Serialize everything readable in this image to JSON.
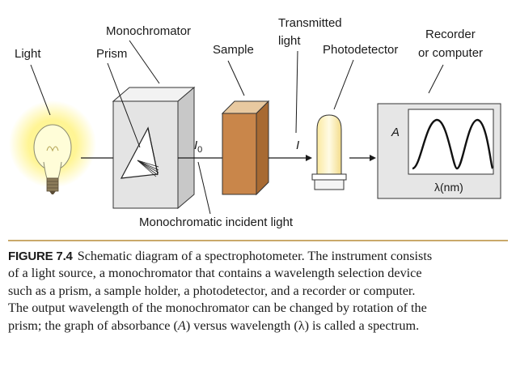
{
  "labels": {
    "light": "Light",
    "monochromator": "Monochromator",
    "prism": "Prism",
    "sample": "Sample",
    "transmitted_light_1": "Transmitted",
    "transmitted_light_2": "light",
    "photodetector": "Photodetector",
    "recorder_1": "Recorder",
    "recorder_2": "or computer",
    "i0": "I",
    "i0_sub": "0",
    "i": "I",
    "monochromatic_incident_light": "Monochromatic incident light",
    "graph_y_axis": "A",
    "graph_x_axis": "λ(nm)"
  },
  "caption": {
    "figure_label": "FIGURE 7.4",
    "lines": [
      "Schematic diagram of a spectrophotometer. The instrument consists",
      "of a light source, a monochromator that contains a wavelength selection device",
      "such as a prism, a sample holder, a photodetector, and a recorder or computer.",
      "The output wavelength of the monochromator can be changed by rotation of the"
    ],
    "last_line_prefix": "prism; the graph of absorbance (",
    "absorbance_symbol": "A",
    "last_line_middle": ") versus wavelength (",
    "wavelength_symbol": "λ",
    "last_line_suffix": ") is called a spectrum."
  },
  "colors": {
    "bulb_glow": "#fff27a",
    "box_fill": "#e4e4e4",
    "sample_front": "#c9864a",
    "sample_top": "#e8c9a0",
    "photodetector_fill": "#fdf3c0",
    "accent_rule": "#c9a96a"
  }
}
